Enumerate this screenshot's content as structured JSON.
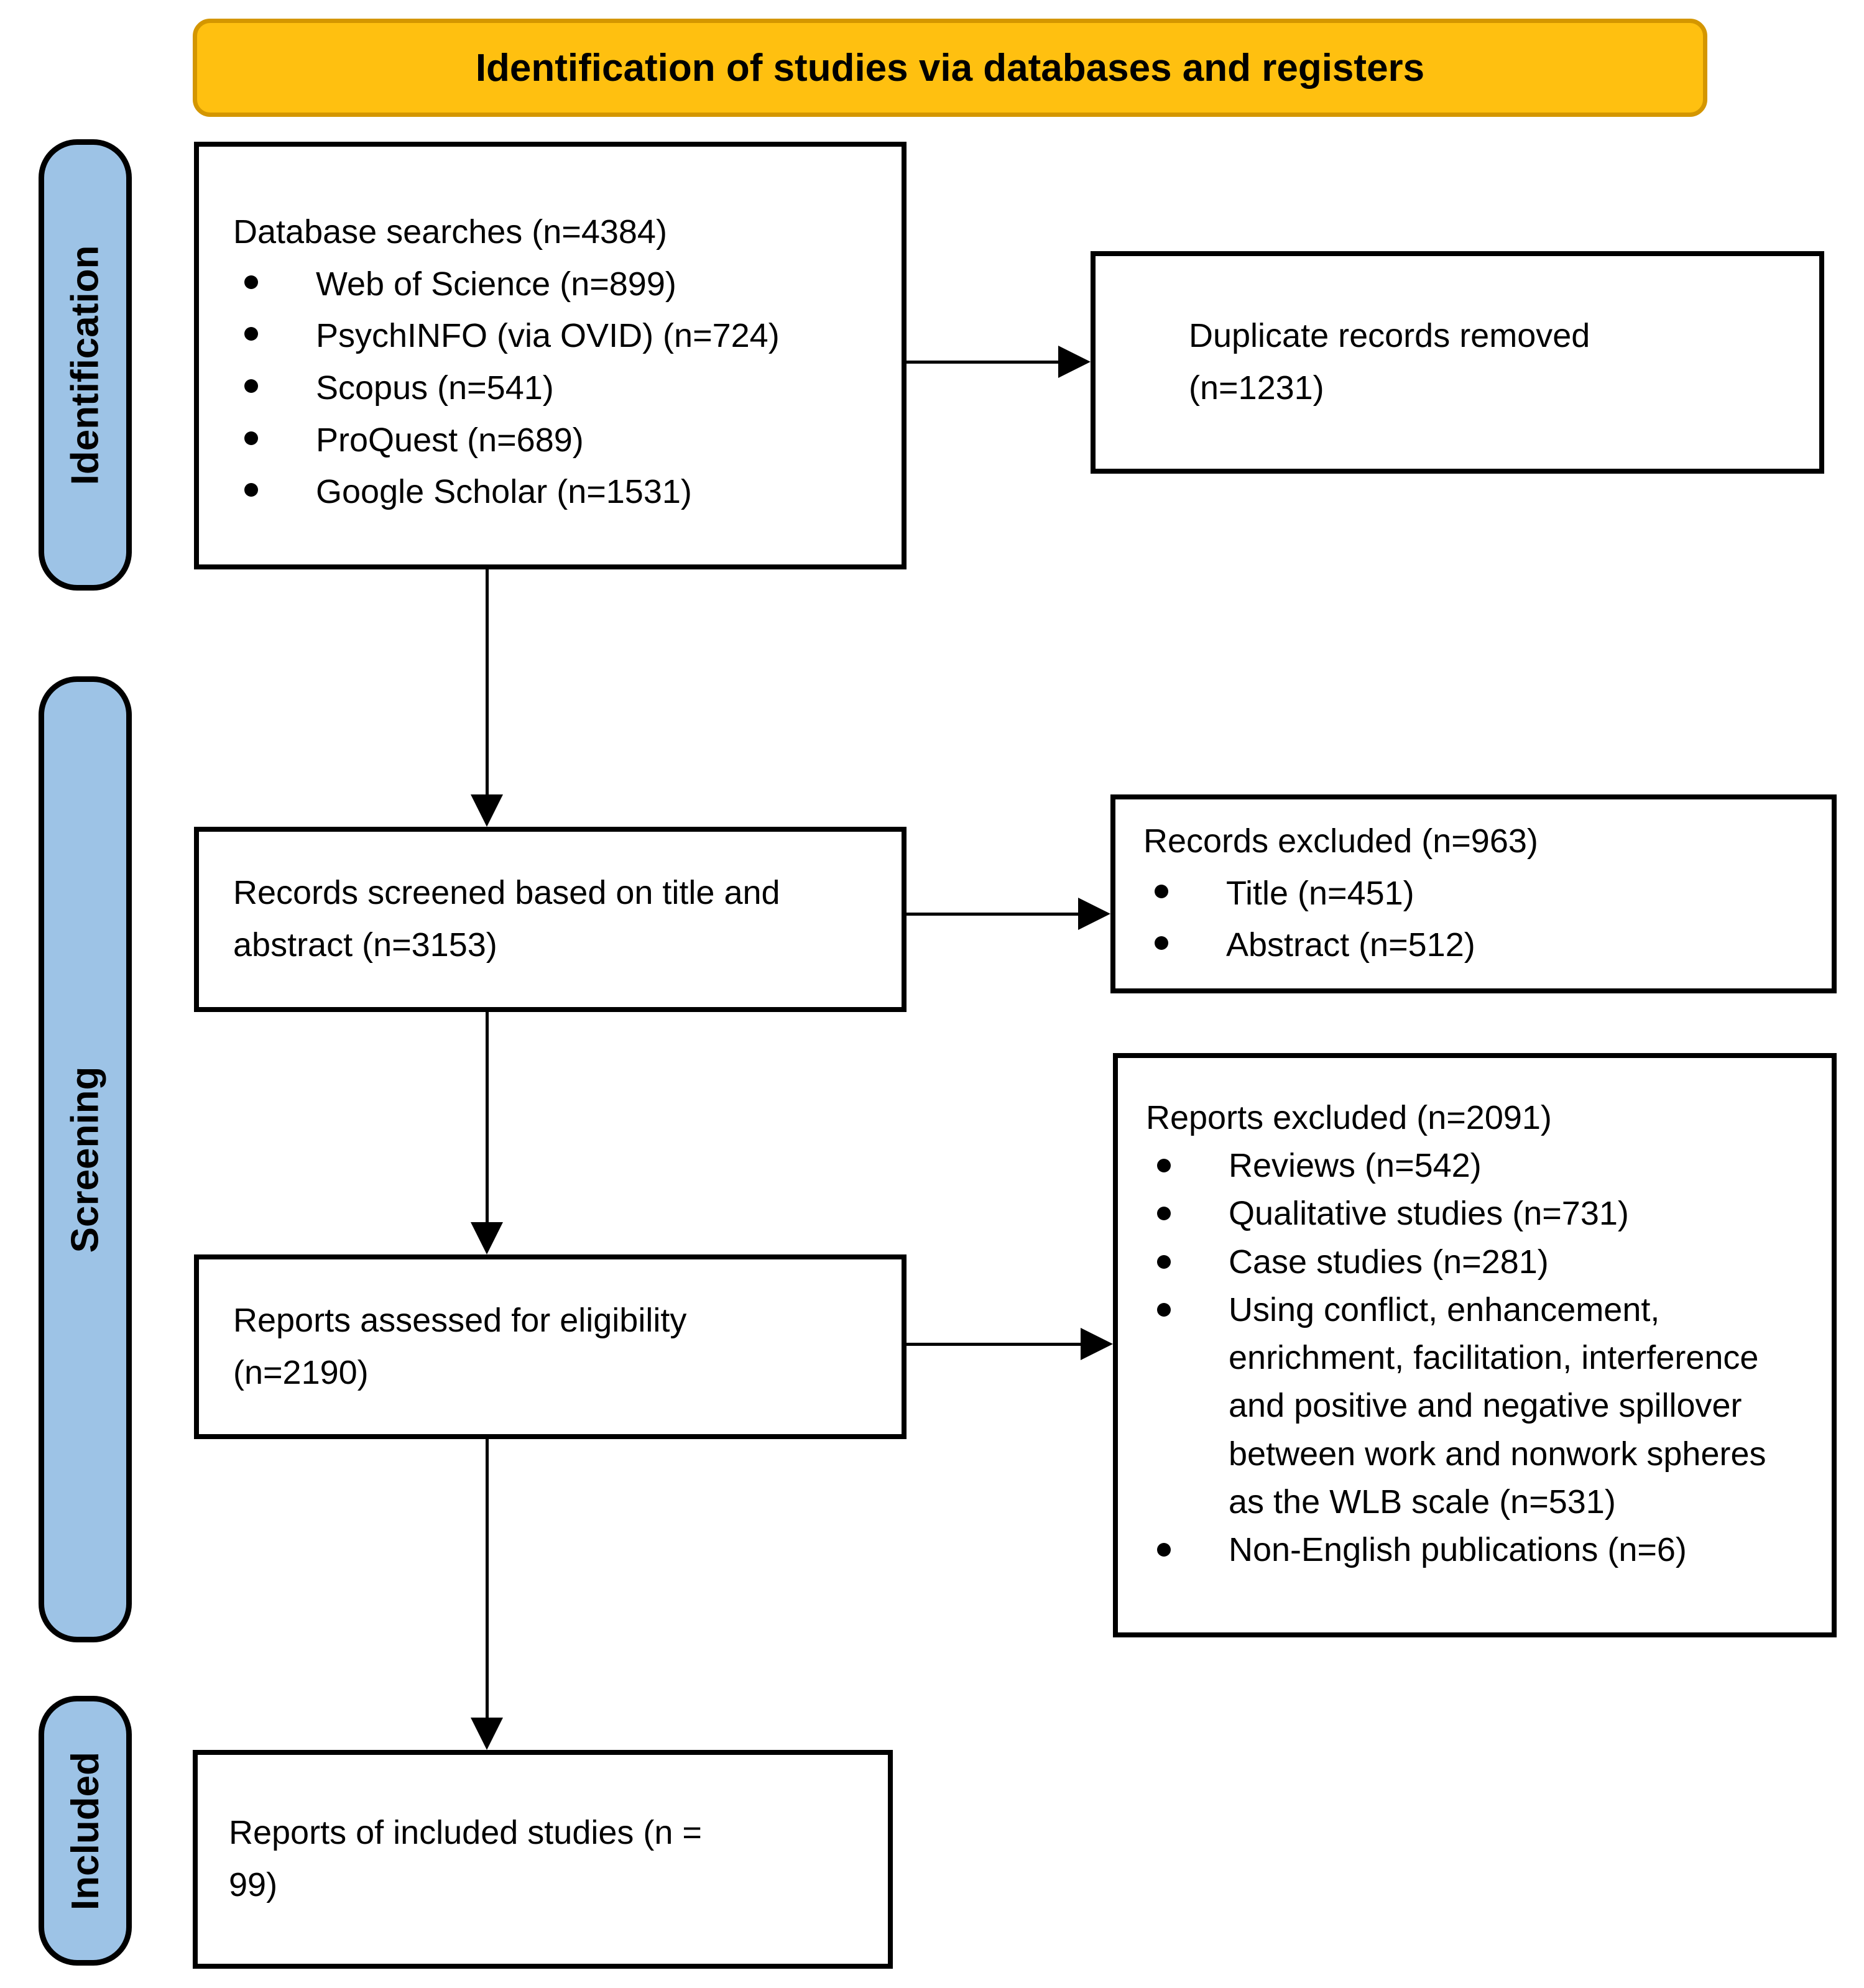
{
  "diagram": {
    "header": {
      "title": "Identification of studies via databases and registers"
    },
    "stages": [
      {
        "id": "identification",
        "label": "Identification"
      },
      {
        "id": "screening",
        "label": "Screening"
      },
      {
        "id": "included",
        "label": "Included"
      }
    ],
    "boxes": {
      "database_searches": {
        "title": "Database searches (n=4384)",
        "items": [
          "Web of Science (n=899)",
          "PsychINFO (via OVID) (n=724)",
          "Scopus (n=541)",
          "ProQuest (n=689)",
          "Google Scholar (n=1531)"
        ]
      },
      "duplicates_removed": {
        "text": "Duplicate records removed (n=1231)"
      },
      "records_screened": {
        "text": "Records screened based on title and abstract (n=3153)"
      },
      "records_excluded": {
        "title": "Records excluded (n=963)",
        "items": [
          "Title (n=451)",
          "Abstract (n=512)"
        ]
      },
      "reports_assessed": {
        "text": "Reports assessed for eligibility (n=2190)"
      },
      "reports_excluded": {
        "title": "Reports excluded (n=2091)",
        "items": [
          "Reviews (n=542)",
          "Qualitative studies (n=731)",
          "Case studies (n=281)",
          "Using conflict, enhancement, enrichment, facilitation, interference and positive and negative spillover between work and nonwork spheres as the WLB scale (n=531)",
          "Non-English publications (n=6)"
        ]
      },
      "included_studies": {
        "text": "Reports of included studies (n = 99)"
      }
    },
    "colors": {
      "header_fill": "#FFC010",
      "header_border": "#D49600",
      "stage_fill": "#9DC3E6",
      "line_color": "#000000"
    }
  }
}
